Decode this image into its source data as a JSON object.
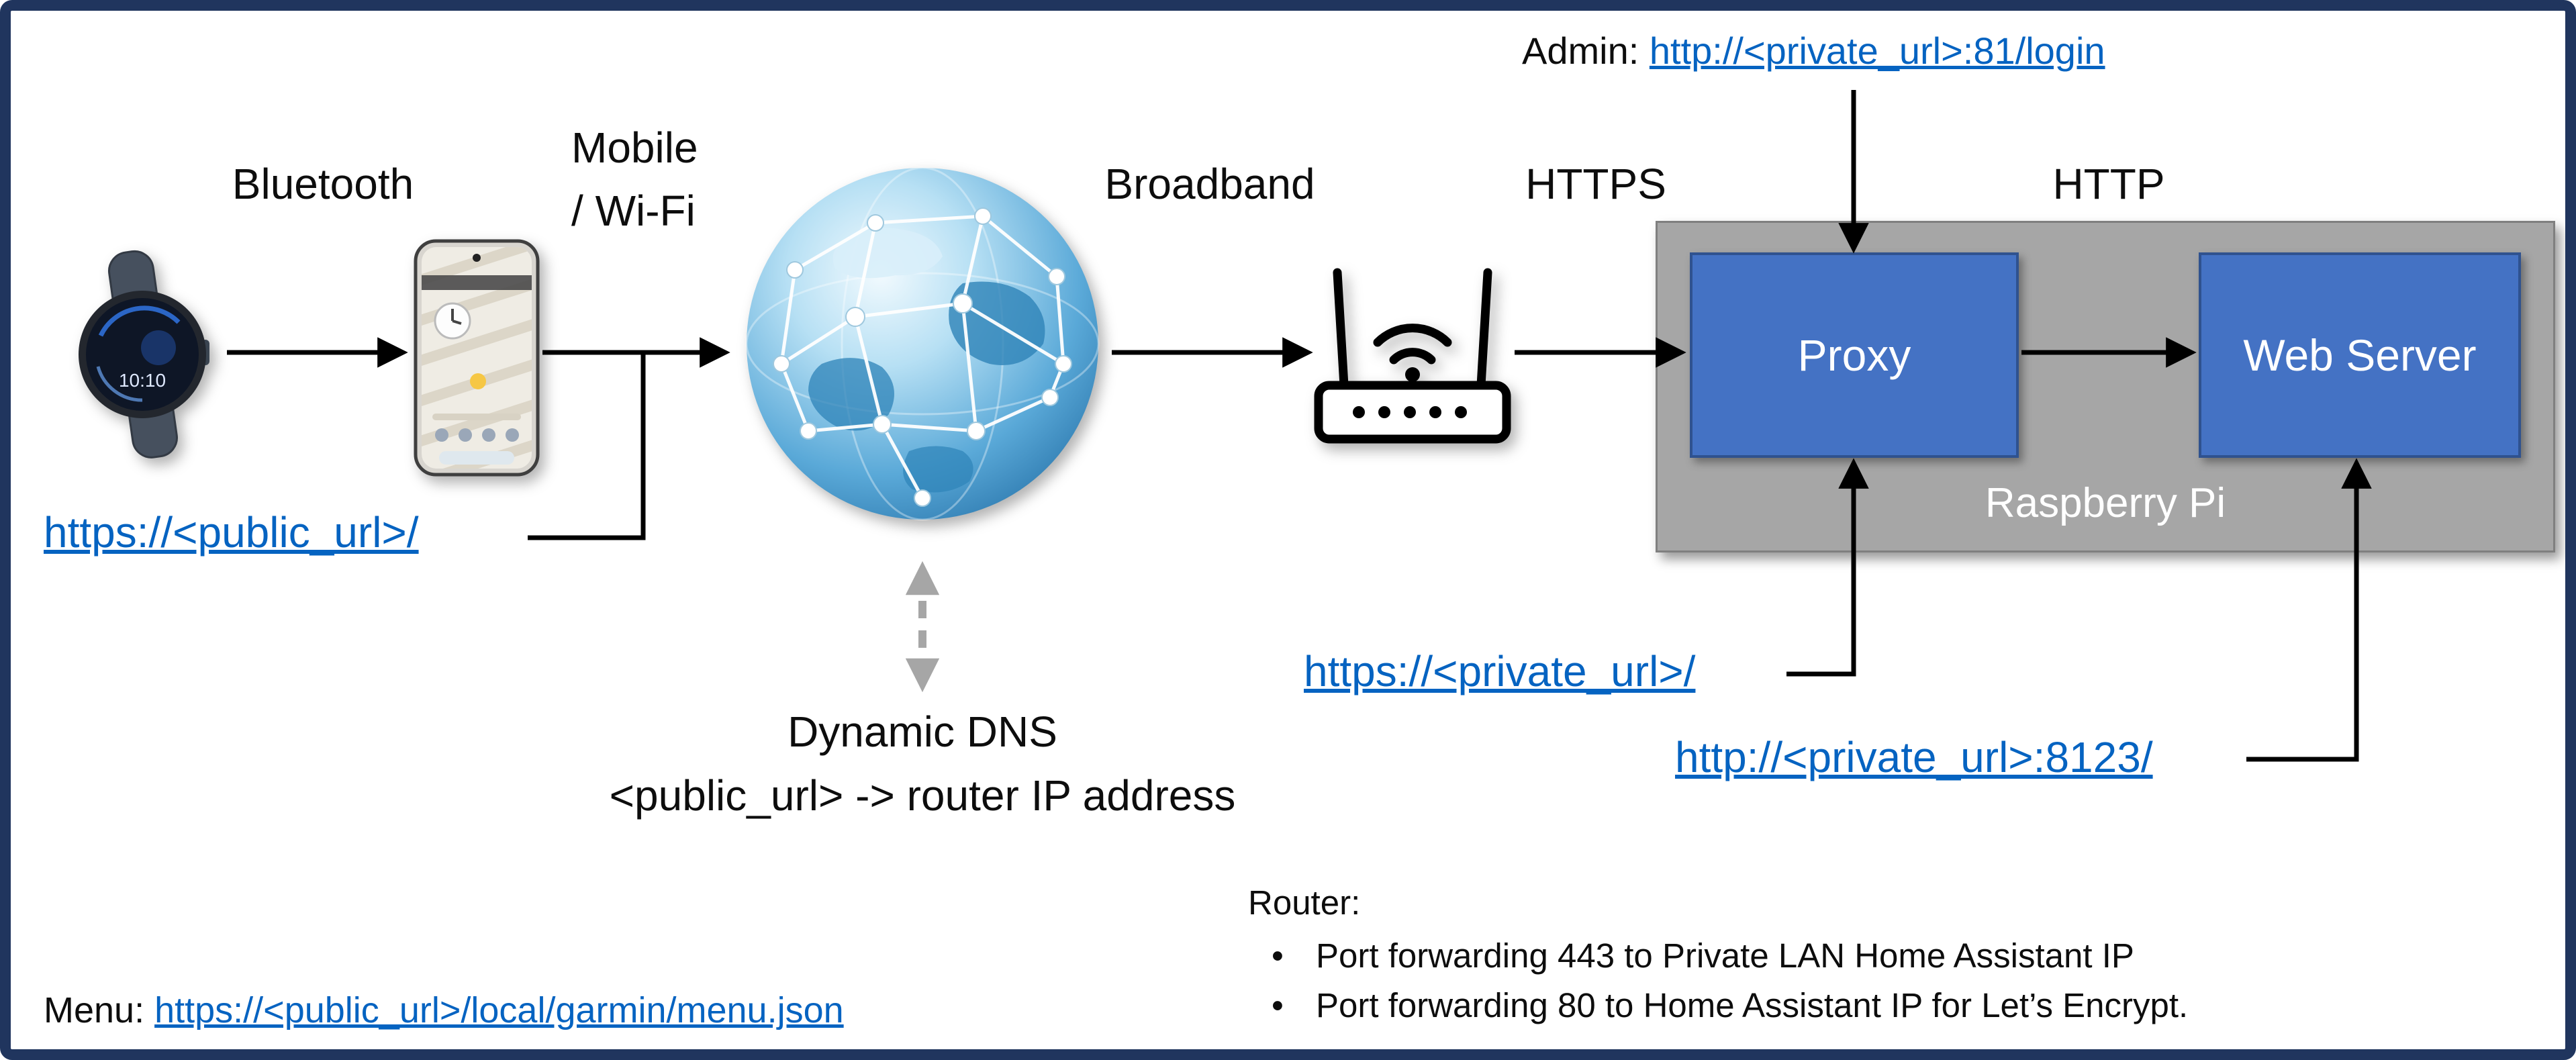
{
  "frame": {
    "border_color": "#20355E",
    "background": "#FFFFFF"
  },
  "labels": {
    "bluetooth": "Bluetooth",
    "mobile": "Mobile",
    "wifi": "/ Wi-Fi",
    "broadband": "Broadband",
    "https": "HTTPS",
    "http": "HTTP",
    "dynamic_dns": "Dynamic DNS",
    "dns_mapping": "<public_url> -> router IP address",
    "raspberry_pi": "Raspberry Pi"
  },
  "nodes": {
    "proxy_label": "Proxy",
    "web_server_label": "Web Server",
    "box_fill": "#4472C4",
    "box_border": "#2F528F",
    "raspberry_box_fill": "#A6A6A6"
  },
  "admin": {
    "prefix": "Admin: ",
    "url": "http://<private_url>:81/login"
  },
  "urls": {
    "public": "https://<public_url>/",
    "private": "https://<private_url>/",
    "private_8123": "http://<private_url>:8123/"
  },
  "menu": {
    "prefix": "Menu: ",
    "url": "https://<public_url>/local/garmin/menu.json"
  },
  "router_notes": {
    "title": "Router:",
    "bullet_char": "•",
    "bullets": [
      "Port forwarding 443 to Private LAN Home Assistant IP",
      "Port forwarding 80 to Home Assistant IP for Let’s Encrypt."
    ]
  },
  "devices": {
    "watch_time": "10:10"
  },
  "colors": {
    "link_blue": "#0563C1",
    "arrow_black": "#000000",
    "dashed_gray": "#A6A6A6"
  }
}
